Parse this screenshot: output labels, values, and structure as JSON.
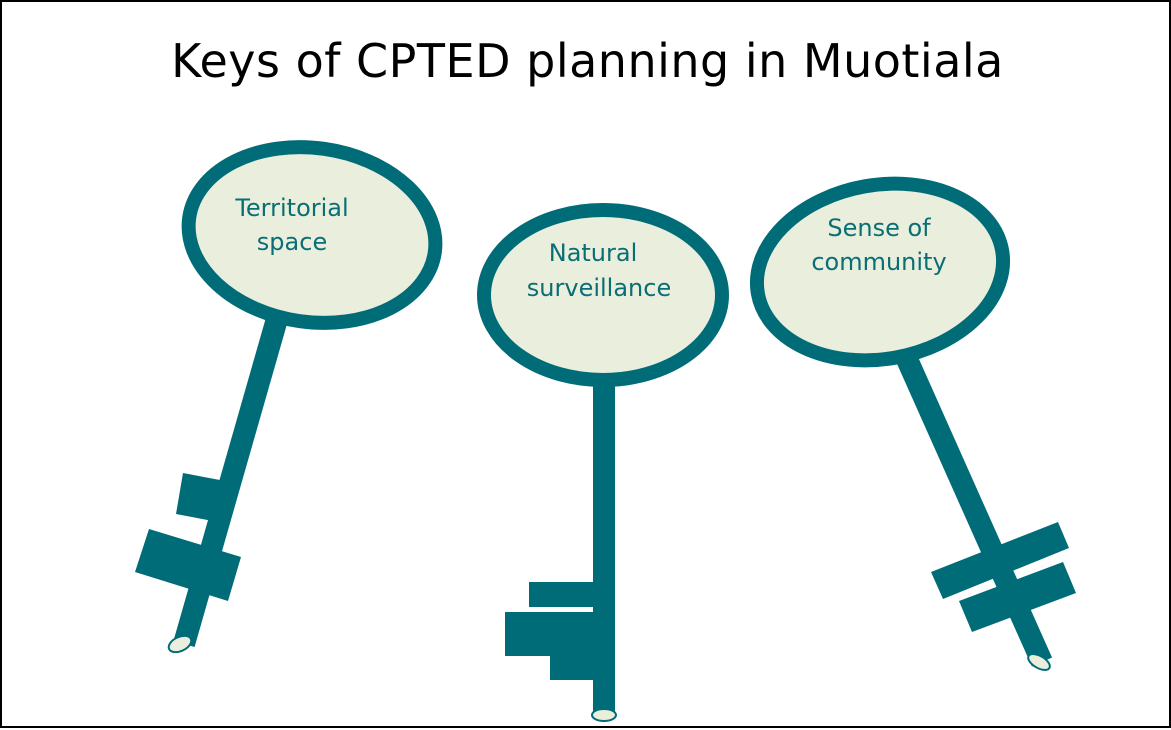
{
  "title": "Keys of CPTED planning in Muotiala",
  "colors": {
    "key": "#006C77",
    "key_head_fill": "#EAEEDD",
    "label_text": "#0A6E75",
    "border": "#000000"
  },
  "keys": [
    {
      "line1": "Territorial",
      "line2": "space"
    },
    {
      "line1": "Natural",
      "line2": "surveillance"
    },
    {
      "line1": "Sense of",
      "line2": "community"
    }
  ]
}
